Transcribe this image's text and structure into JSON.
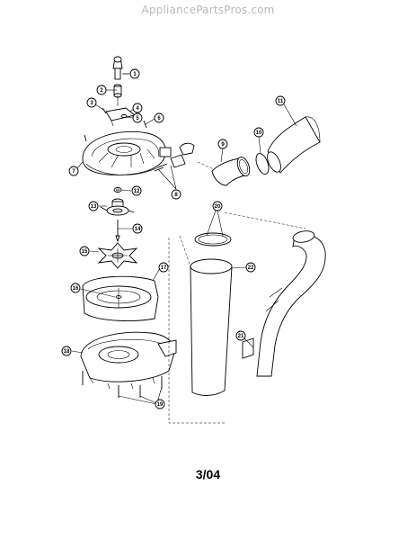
{
  "watermark": "AppliancePartsPros.com",
  "footer": {
    "date_code": "3/04"
  },
  "callouts": [
    "1",
    "2",
    "3",
    "4",
    "5",
    "6",
    "7",
    "8",
    "9",
    "10",
    "11",
    "12",
    "13",
    "14",
    "15",
    "16",
    "17",
    "18",
    "19",
    "20",
    "21",
    "22"
  ],
  "colors": {
    "ink": "#000000",
    "watermark": "#b9b9b9",
    "background": "#ffffff"
  }
}
